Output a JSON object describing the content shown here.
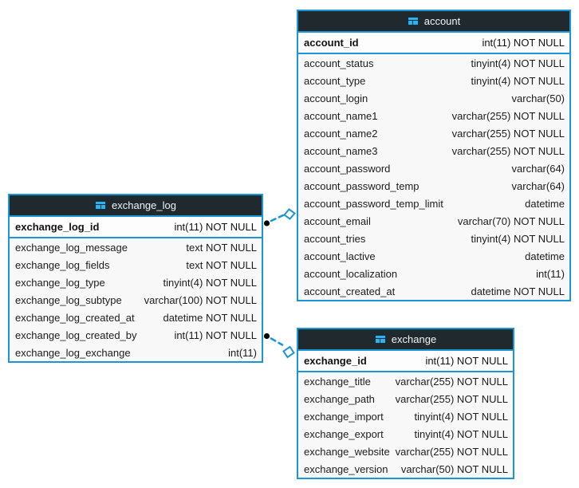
{
  "diagram": {
    "colors": {
      "accent_blue": "#1b95d3",
      "header_bg": "#20292e",
      "header_text": "#f2f5f6",
      "row_bg": "#f8f8f8",
      "pk_row_bg": "#fdfdfd",
      "row_text": "#1c1c1c",
      "icon_blue": "#2fb2ea",
      "connector_dot": "#000000"
    },
    "tables": [
      {
        "name": "account",
        "icon": "table-icon",
        "primary_key": {
          "name": "account_id",
          "type": "int(11) NOT NULL"
        },
        "columns": [
          {
            "name": "account_status",
            "type": "tinyint(4) NOT NULL"
          },
          {
            "name": "account_type",
            "type": "tinyint(4) NOT NULL"
          },
          {
            "name": "account_login",
            "type": "varchar(50)"
          },
          {
            "name": "account_name1",
            "type": "varchar(255) NOT NULL"
          },
          {
            "name": "account_name2",
            "type": "varchar(255) NOT NULL"
          },
          {
            "name": "account_name3",
            "type": "varchar(255) NOT NULL"
          },
          {
            "name": "account_password",
            "type": "varchar(64)"
          },
          {
            "name": "account_password_temp",
            "type": "varchar(64)"
          },
          {
            "name": "account_password_temp_limit",
            "type": "datetime"
          },
          {
            "name": "account_email",
            "type": "varchar(70) NOT NULL"
          },
          {
            "name": "account_tries",
            "type": "tinyint(4) NOT NULL"
          },
          {
            "name": "account_lactive",
            "type": "datetime"
          },
          {
            "name": "account_localization",
            "type": "int(11)"
          },
          {
            "name": "account_created_at",
            "type": "datetime NOT NULL"
          }
        ]
      },
      {
        "name": "exchange_log",
        "icon": "table-icon",
        "primary_key": {
          "name": "exchange_log_id",
          "type": "int(11) NOT NULL"
        },
        "columns": [
          {
            "name": "exchange_log_message",
            "type": "text NOT NULL"
          },
          {
            "name": "exchange_log_fields",
            "type": "text NOT NULL"
          },
          {
            "name": "exchange_log_type",
            "type": "tinyint(4) NOT NULL"
          },
          {
            "name": "exchange_log_subtype",
            "type": "varchar(100) NOT NULL"
          },
          {
            "name": "exchange_log_created_at",
            "type": "datetime NOT NULL"
          },
          {
            "name": "exchange_log_created_by",
            "type": "int(11) NOT NULL"
          },
          {
            "name": "exchange_log_exchange",
            "type": "int(11)"
          }
        ]
      },
      {
        "name": "exchange",
        "icon": "table-icon",
        "primary_key": {
          "name": "exchange_id",
          "type": "int(11) NOT NULL"
        },
        "columns": [
          {
            "name": "exchange_title",
            "type": "varchar(255) NOT NULL"
          },
          {
            "name": "exchange_path",
            "type": "varchar(255) NOT NULL"
          },
          {
            "name": "exchange_import",
            "type": "tinyint(4) NOT NULL"
          },
          {
            "name": "exchange_export",
            "type": "tinyint(4) NOT NULL"
          },
          {
            "name": "exchange_website",
            "type": "varchar(255) NOT NULL"
          },
          {
            "name": "exchange_version",
            "type": "varchar(50) NOT NULL"
          }
        ]
      }
    ],
    "relationships": [
      {
        "from": "exchange_log",
        "to": "account",
        "line_style": "dashed",
        "from_marker": "filled-dot",
        "to_marker": "open-diamond"
      },
      {
        "from": "exchange_log",
        "to": "exchange",
        "line_style": "dashed",
        "from_marker": "filled-dot",
        "to_marker": "open-diamond"
      }
    ]
  }
}
